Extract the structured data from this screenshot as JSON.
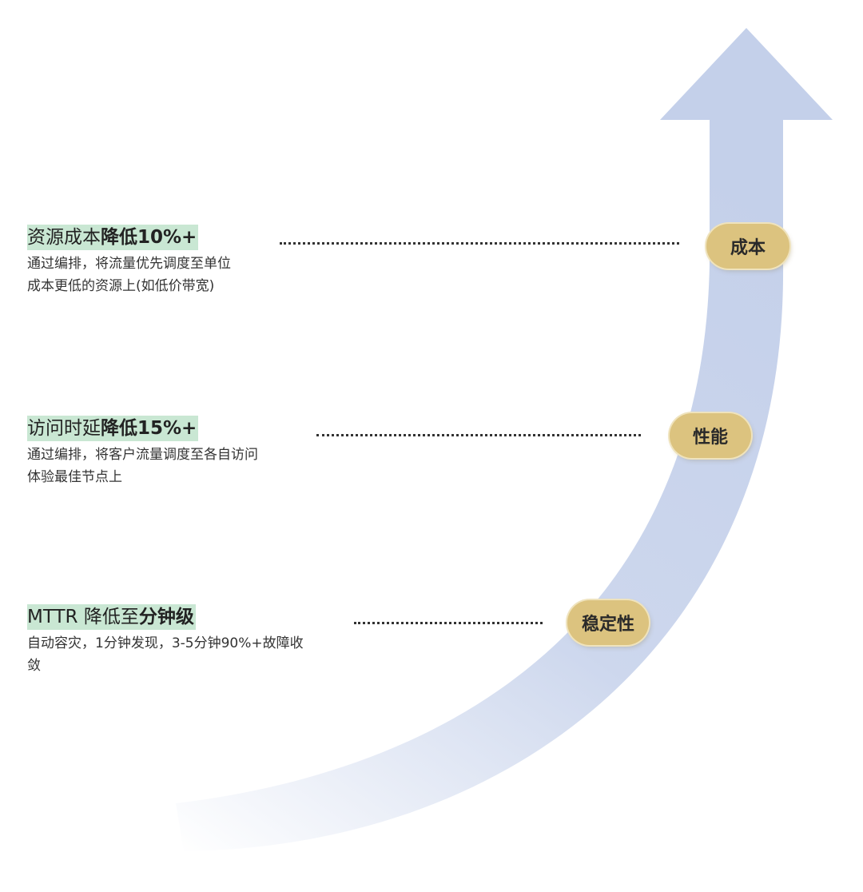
{
  "items": [
    {
      "title_plain": "资源成本",
      "title_bold": "降低10%+",
      "desc_lines": [
        "通过编排，将流量优先调度至单位",
        "成本更低的资源上(如低价带宽)"
      ],
      "badge": "成本"
    },
    {
      "title_plain": "访问时延",
      "title_bold": "降低15%+",
      "desc_lines": [
        "通过编排，将客户流量调度至各自访问",
        "体验最佳节点上"
      ],
      "badge": "性能"
    },
    {
      "title_plain": "MTTR 降低至",
      "title_bold": "分钟级",
      "desc_lines": [
        "自动容灾，1分钟发现，3-5分钟90%+故障收",
        "敛"
      ],
      "badge": "稳定性"
    }
  ],
  "colors": {
    "arrow": "#c4d0ea",
    "title_highlight": "#c9e7d3",
    "badge_fill": "#dcc37f",
    "dotted_line": "#333333"
  }
}
